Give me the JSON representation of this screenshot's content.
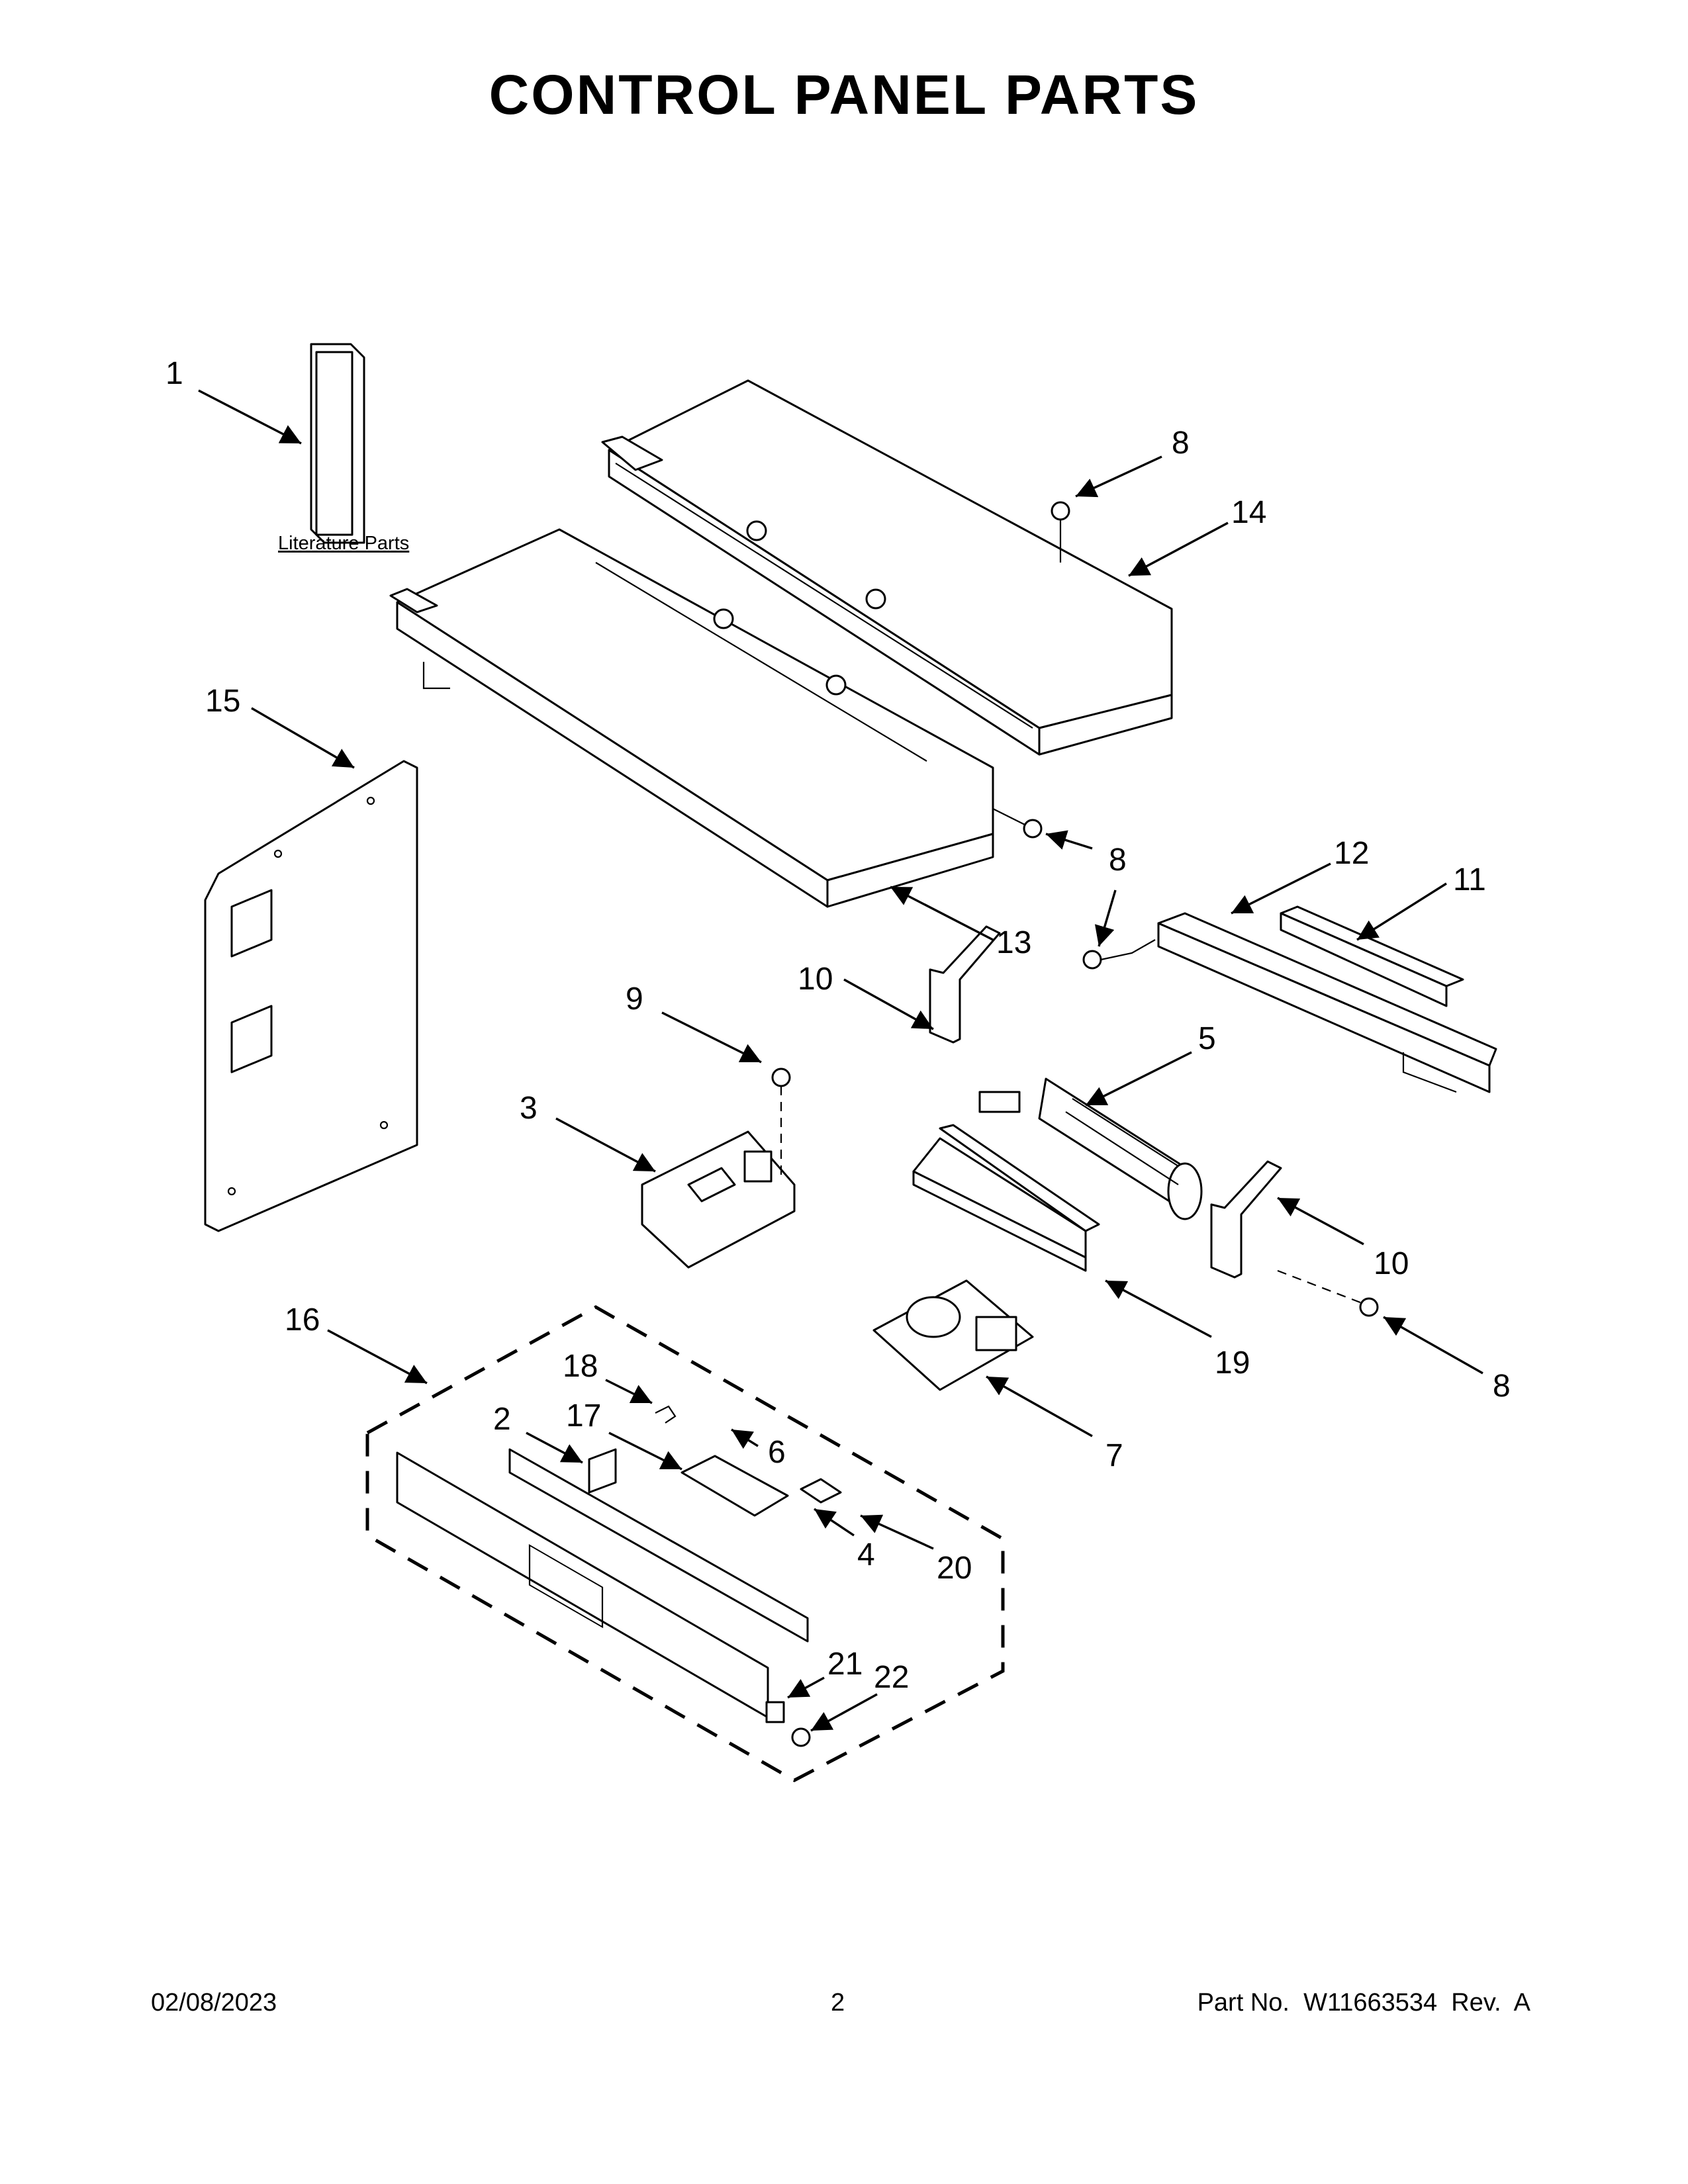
{
  "title": "CONTROL PANEL PARTS",
  "literature_label": "Literature Parts",
  "footer": {
    "date": "02/08/2023",
    "page": "2",
    "part_no": "Part No.  W11663534  Rev.  A"
  },
  "callouts": {
    "c1": "1",
    "c2": "2",
    "c3": "3",
    "c4": "4",
    "c5": "5",
    "c6": "6",
    "c7": "7",
    "c8a": "8",
    "c8b": "8",
    "c8c": "8",
    "c8d": "8",
    "c9": "9",
    "c10a": "10",
    "c10b": "10",
    "c11": "11",
    "c12": "12",
    "c13": "13",
    "c14": "14",
    "c15": "15",
    "c16": "16",
    "c17": "17",
    "c18": "18",
    "c19": "19",
    "c20": "20",
    "c21": "21",
    "c22": "22"
  }
}
